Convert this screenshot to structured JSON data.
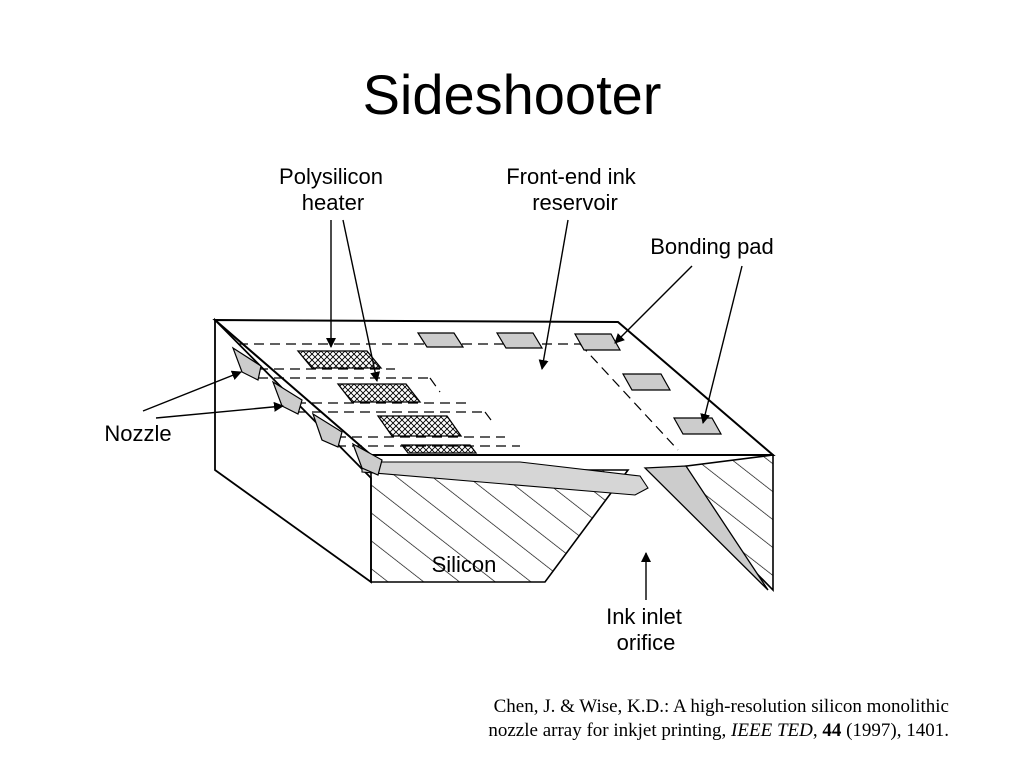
{
  "slide": {
    "title": "Sideshooter"
  },
  "diagram": {
    "labels": {
      "heater_line1": "Polysilicon",
      "heater_line2": "heater",
      "reservoir_line1": "Front-end ink",
      "reservoir_line2": "reservoir",
      "bonding_pad": "Bonding pad",
      "nozzle": "Nozzle",
      "silicon": "Silicon",
      "inlet_line1": "Ink inlet",
      "inlet_line2": "orifice"
    }
  },
  "citation": {
    "line1": "Chen, J. & Wise, K.D.: A high-resolution silicon monolithic",
    "line2_start": "nozzle array for inkjet printing, ",
    "journal": "IEEE TED",
    "sep": ", ",
    "volume": "44",
    "line2_end": " (1997), 1401."
  }
}
